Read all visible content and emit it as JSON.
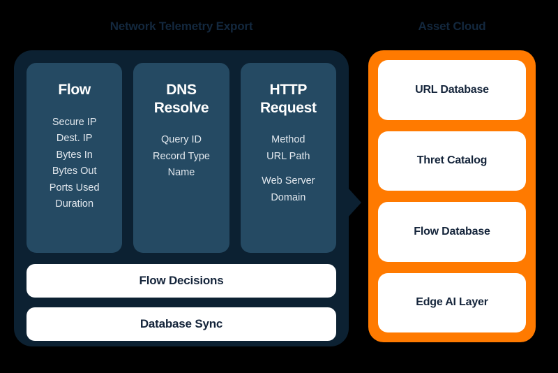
{
  "diagram": {
    "background_color": "#000000",
    "left_panel": {
      "title": "Network Telemetry Export",
      "panel_color": "#0c2132",
      "card_color": "#254a63",
      "columns": [
        {
          "title": "Flow",
          "items": [
            "Secure IP",
            "Dest. IP",
            "Bytes In",
            "Bytes Out",
            "Ports Used",
            "Duration"
          ]
        },
        {
          "title": "DNS Resolve",
          "items": [
            "Query ID",
            "Record Type",
            "Name"
          ]
        },
        {
          "title": "HTTP Request",
          "items": [
            "Method",
            "URL Path",
            "Web Server Domain"
          ]
        }
      ],
      "bars": [
        "Flow Decisions",
        "Database Sync"
      ]
    },
    "right_panel": {
      "title": "Asset Cloud",
      "panel_color": "#ff7a00",
      "card_color": "#ffffff",
      "cards": [
        "URL Database",
        "Thret Catalog",
        "Flow Database",
        "Edge AI Layer"
      ]
    },
    "connector": {
      "shape": "right-pointing-arrow",
      "color": "#0c2132"
    }
  }
}
